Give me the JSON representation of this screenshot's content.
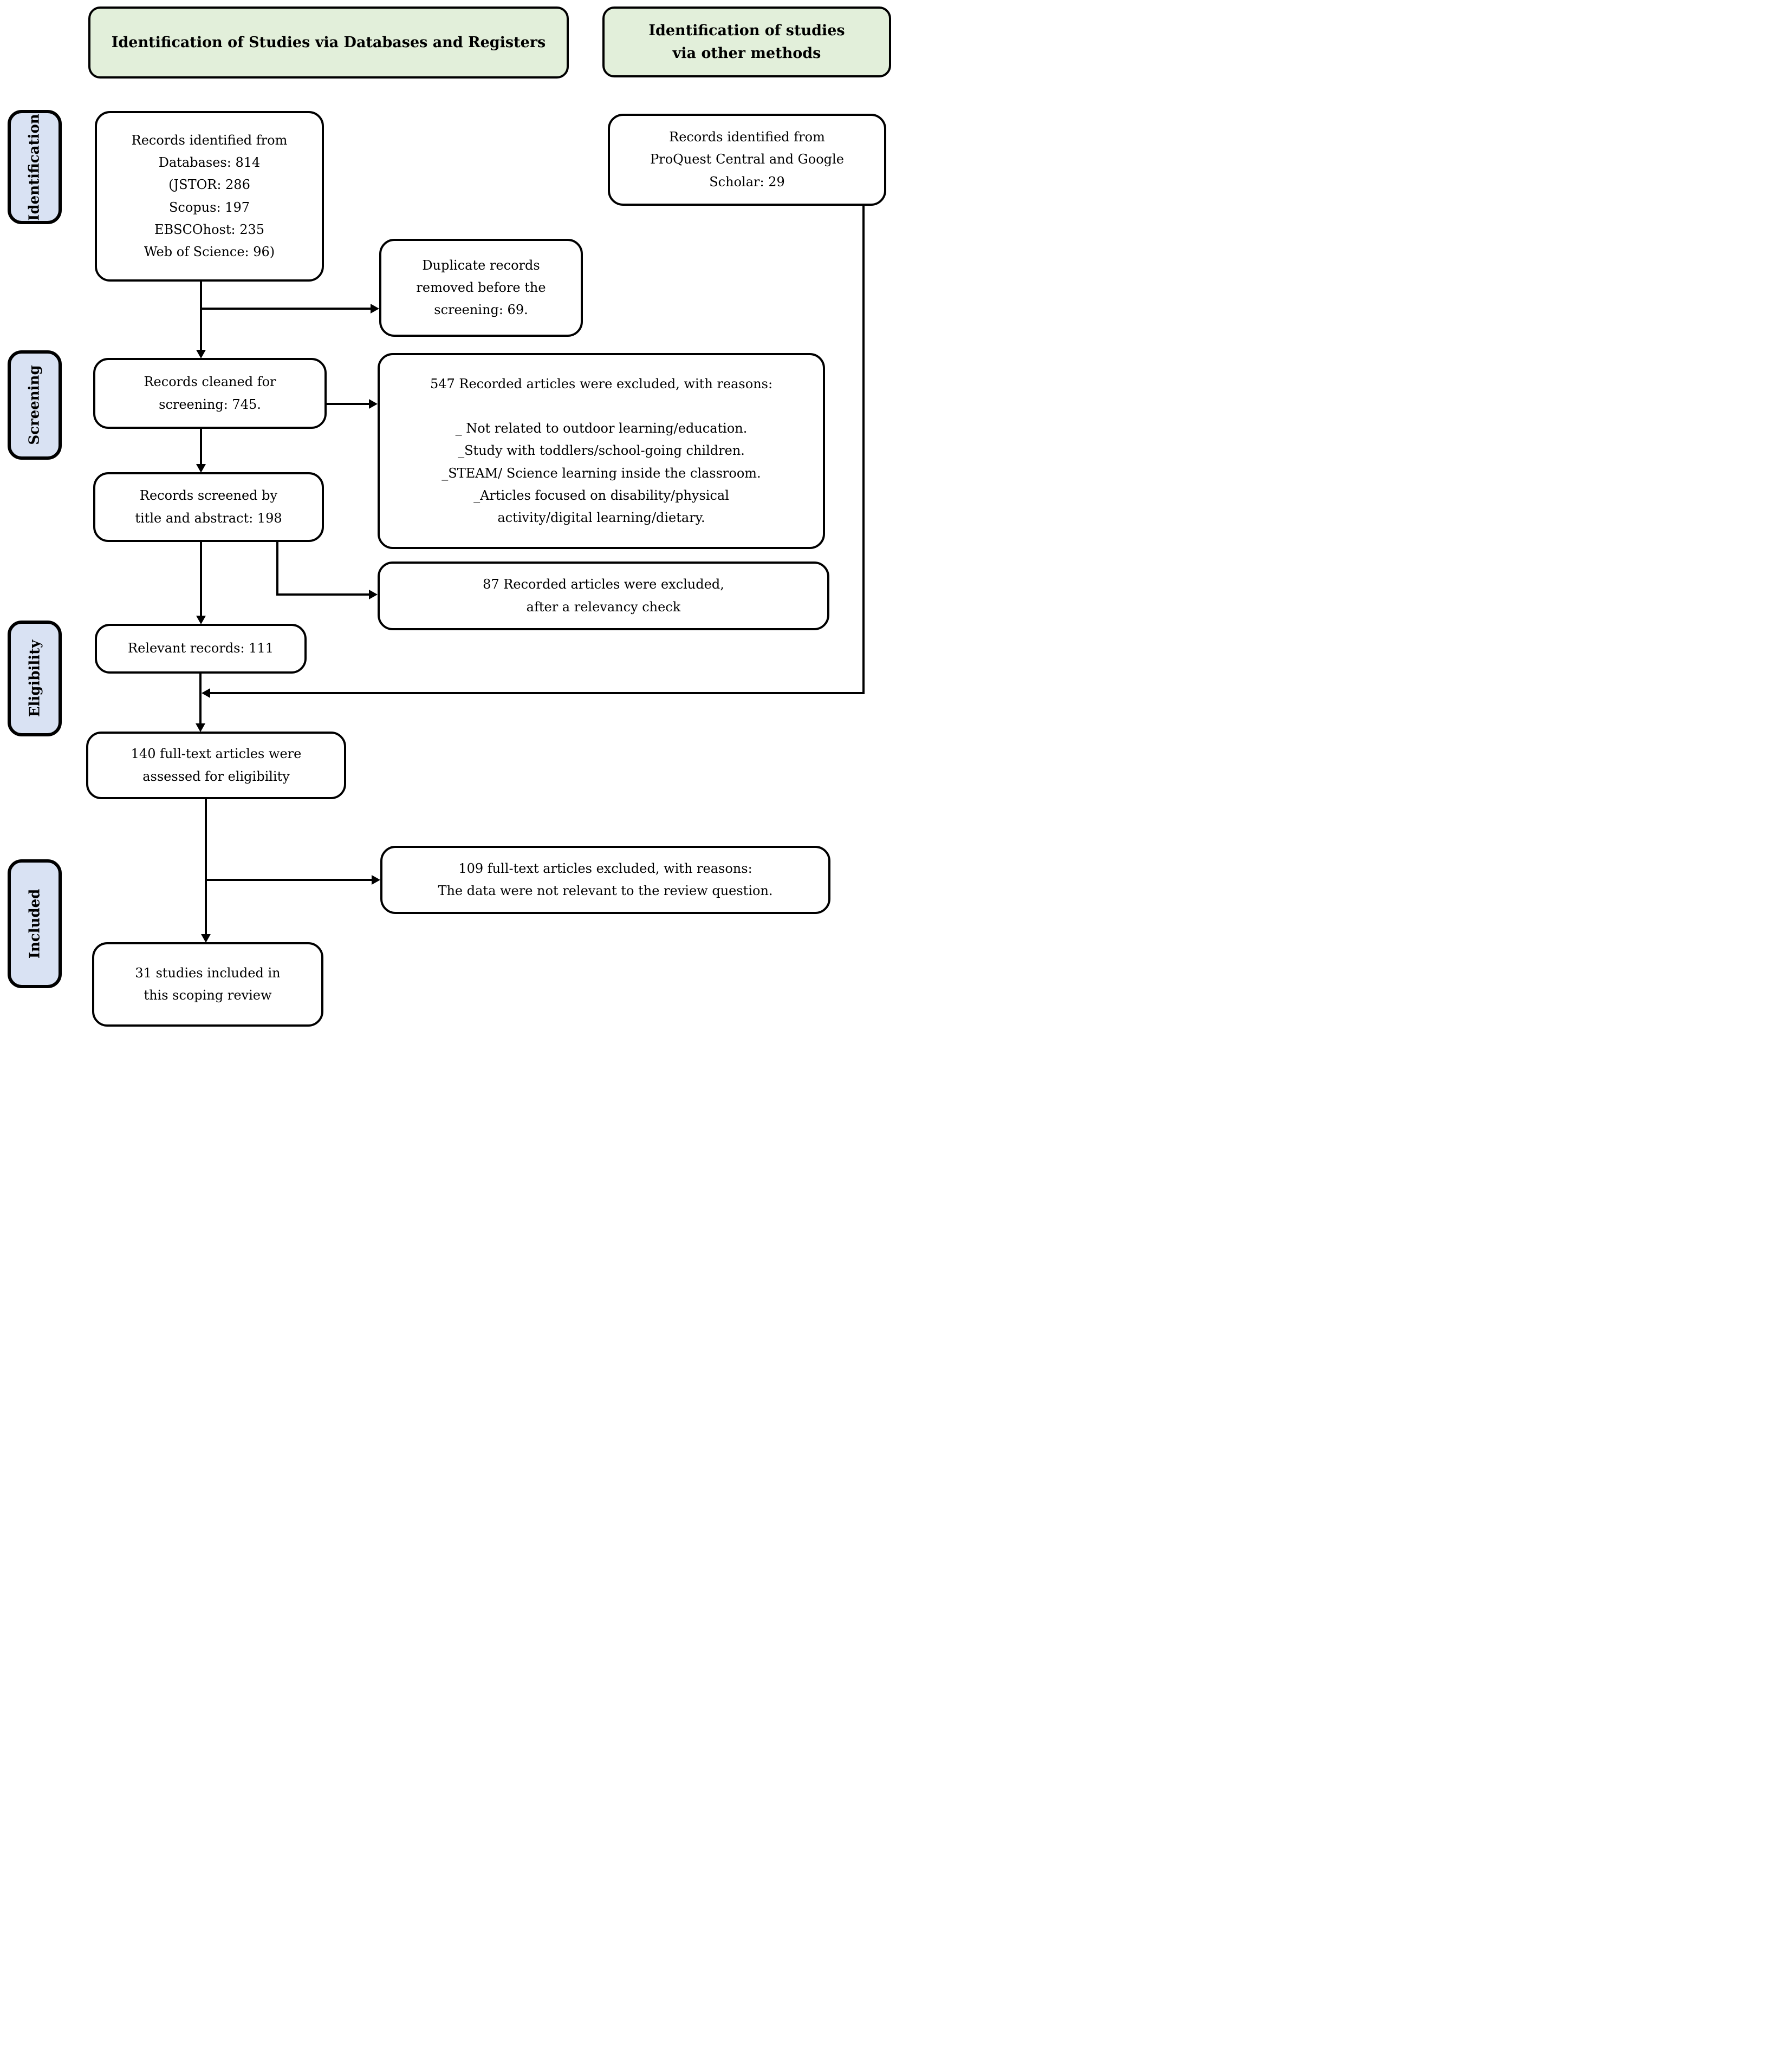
{
  "headers": {
    "databases": "Identification of Studies via Databases and Registers",
    "other_methods": "Identification of studies\nvia other methods"
  },
  "stages": {
    "identification": "Identification",
    "screening": "Screening",
    "eligibility": "Eligibility",
    "included": "Included"
  },
  "flow": {
    "records_identified": "Records identified from\nDatabases: 814\n(JSTOR: 286\nScopus: 197\nEBSCOhost: 235\nWeb of Science: 96)",
    "other_records": "Records identified from\nProQuest Central and Google\nScholar: 29",
    "duplicates_removed": "Duplicate records\nremoved before the\nscreening: 69.",
    "records_cleaned": "Records cleaned for\nscreening: 745.",
    "excluded_547": "547 Recorded articles were excluded, with reasons:\n\n_ Not related to outdoor learning/education.\n_Study with toddlers/school-going children.\n_STEAM/ Science learning inside the classroom.\n_Articles focused on disability/physical\nactivity/digital learning/dietary.",
    "records_screened": "Records screened by\ntitle and abstract: 198",
    "excluded_87": "87 Recorded articles were excluded,\nafter a relevancy check",
    "relevant_records": "Relevant records: 111",
    "fulltext_assessed": "140 full-text articles were\nassessed for eligibility",
    "excluded_109": "109 full-text articles excluded, with reasons:\nThe data were not relevant to the review question.",
    "included_studies": "31 studies included in\nthis scoping review"
  },
  "colors": {
    "section_header_fill": "#e2efda",
    "stage_label_fill": "#d9e2f3",
    "box_fill": "#ffffff",
    "line_color": "#000000"
  }
}
